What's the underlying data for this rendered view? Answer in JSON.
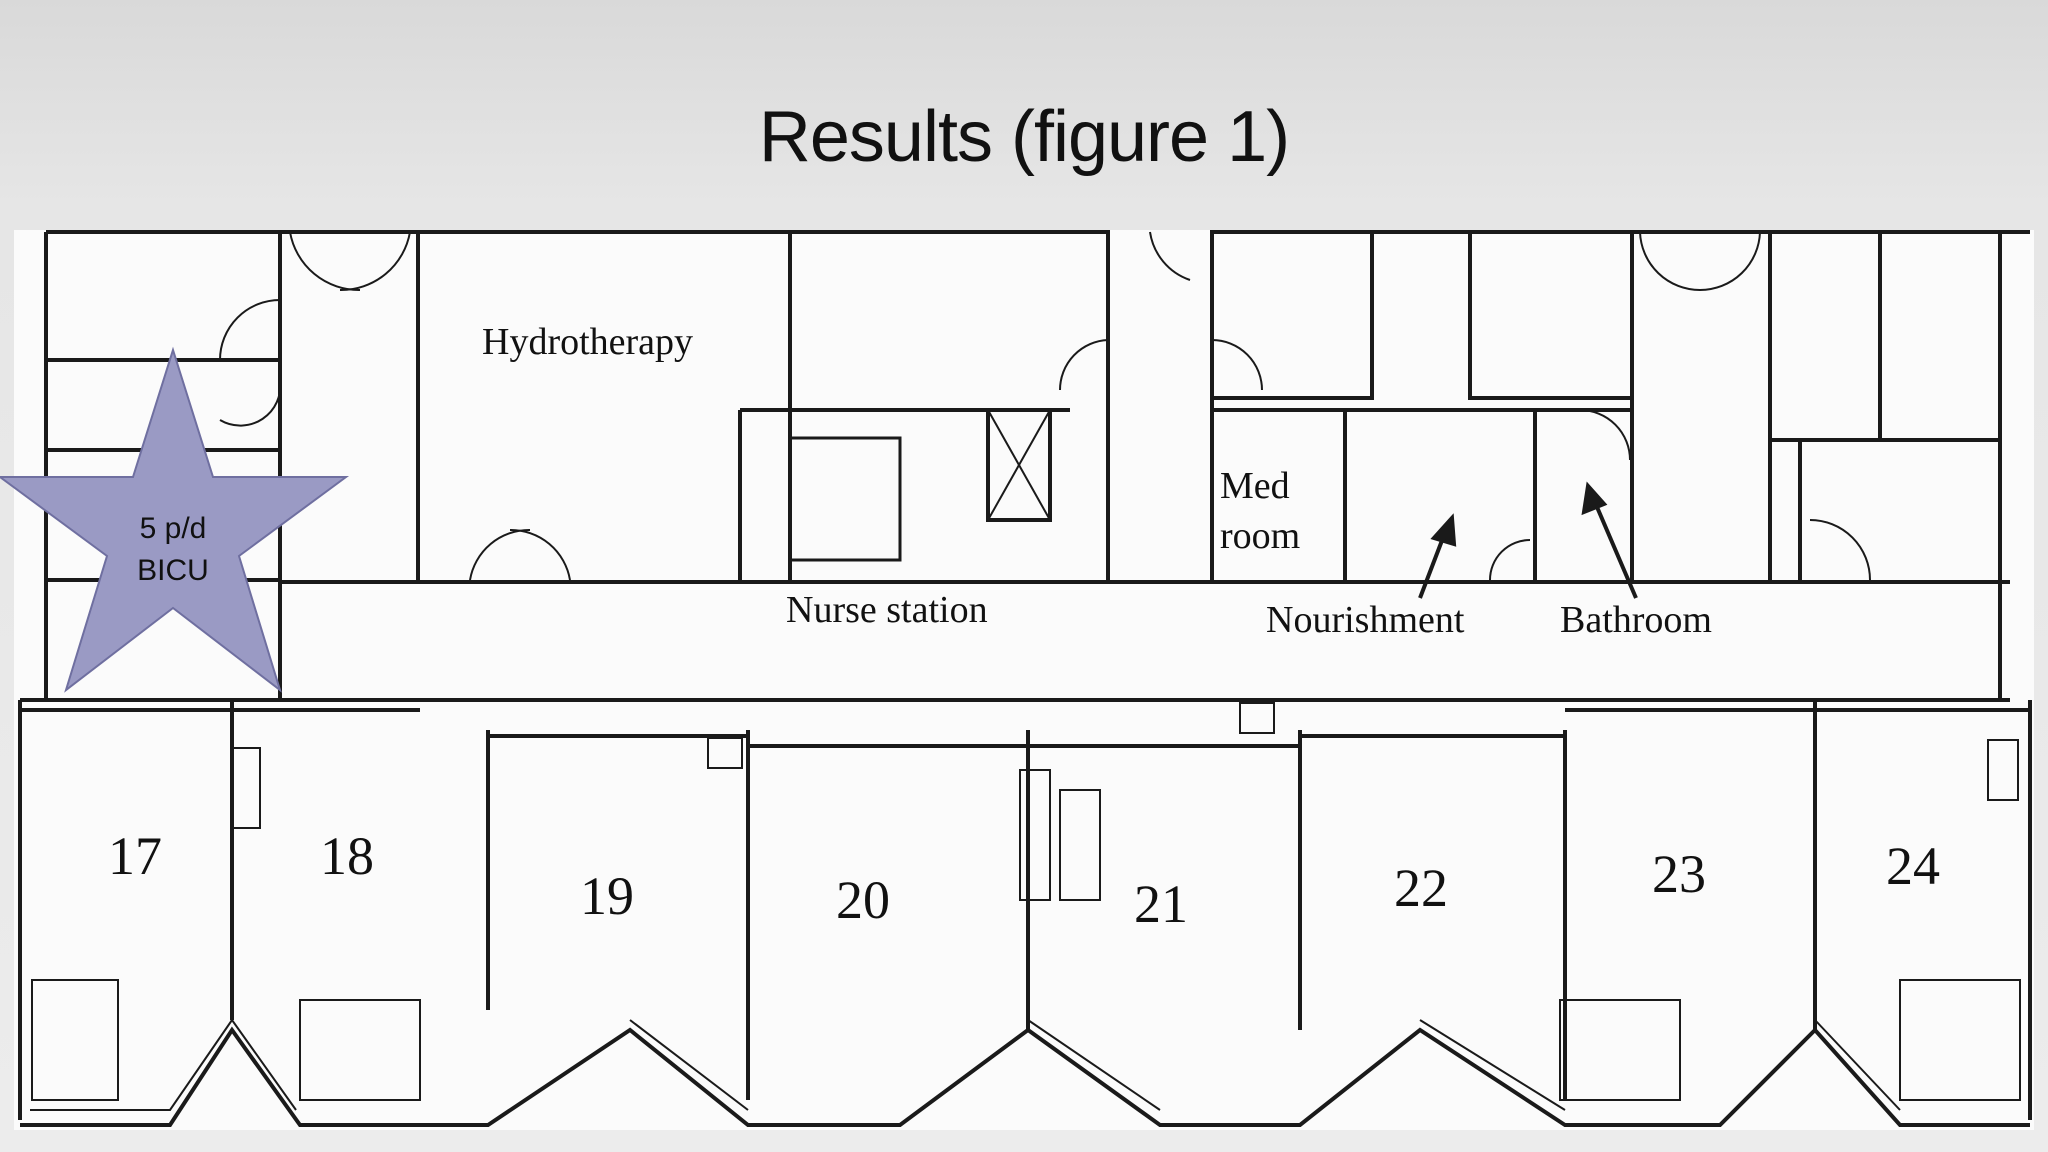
{
  "slide": {
    "title": "Results (figure 1)"
  },
  "floor_plan": {
    "labels": {
      "hydrotherapy": "Hydrotherapy",
      "med_line1": "Med",
      "med_line2": "room",
      "nurse_station": "Nurse station",
      "nourishment": "Nourishment",
      "bathroom": "Bathroom"
    },
    "rooms": [
      "17",
      "18",
      "19",
      "20",
      "21",
      "22",
      "23",
      "24"
    ],
    "star": {
      "line1": "5 p/d",
      "line2": "BICU",
      "color": "#9a9ac4"
    },
    "colors": {
      "wall": "#1a1a1a",
      "floor": "#fbfbfb",
      "background": "#e6e6e6"
    }
  }
}
